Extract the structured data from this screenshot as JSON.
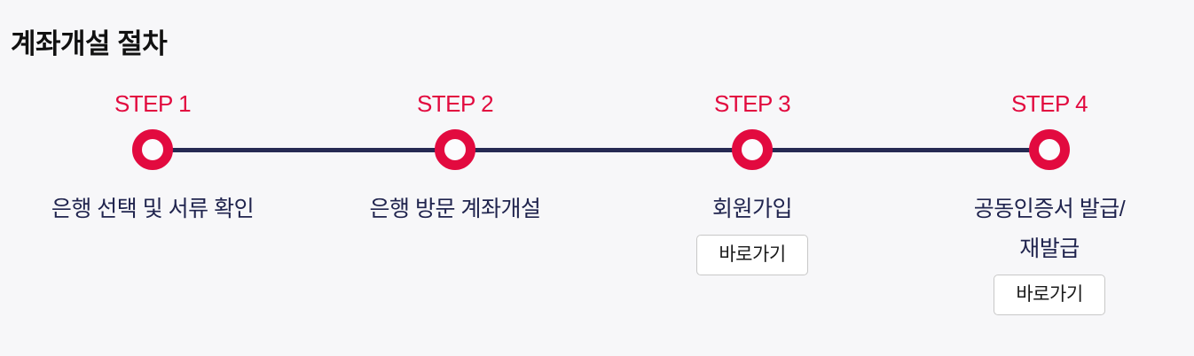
{
  "page": {
    "title": "계좌개설 절차",
    "background": "#f7f7f9"
  },
  "colors": {
    "accent_red": "#e20a3f",
    "line_navy": "#262a53",
    "step_text_navy": "#20244e"
  },
  "timeline": {
    "steps": [
      {
        "step_label": "STEP 1",
        "title": "은행 선택 및 서류 확인"
      },
      {
        "step_label": "STEP 2",
        "title": "은행 방문 계좌개설"
      },
      {
        "step_label": "STEP 3",
        "title": "회원가입",
        "button_label": "바로가기"
      },
      {
        "step_label": "STEP 4",
        "title": "공동인증서 발급/\n재발급",
        "button_label": "바로가기"
      }
    ]
  }
}
